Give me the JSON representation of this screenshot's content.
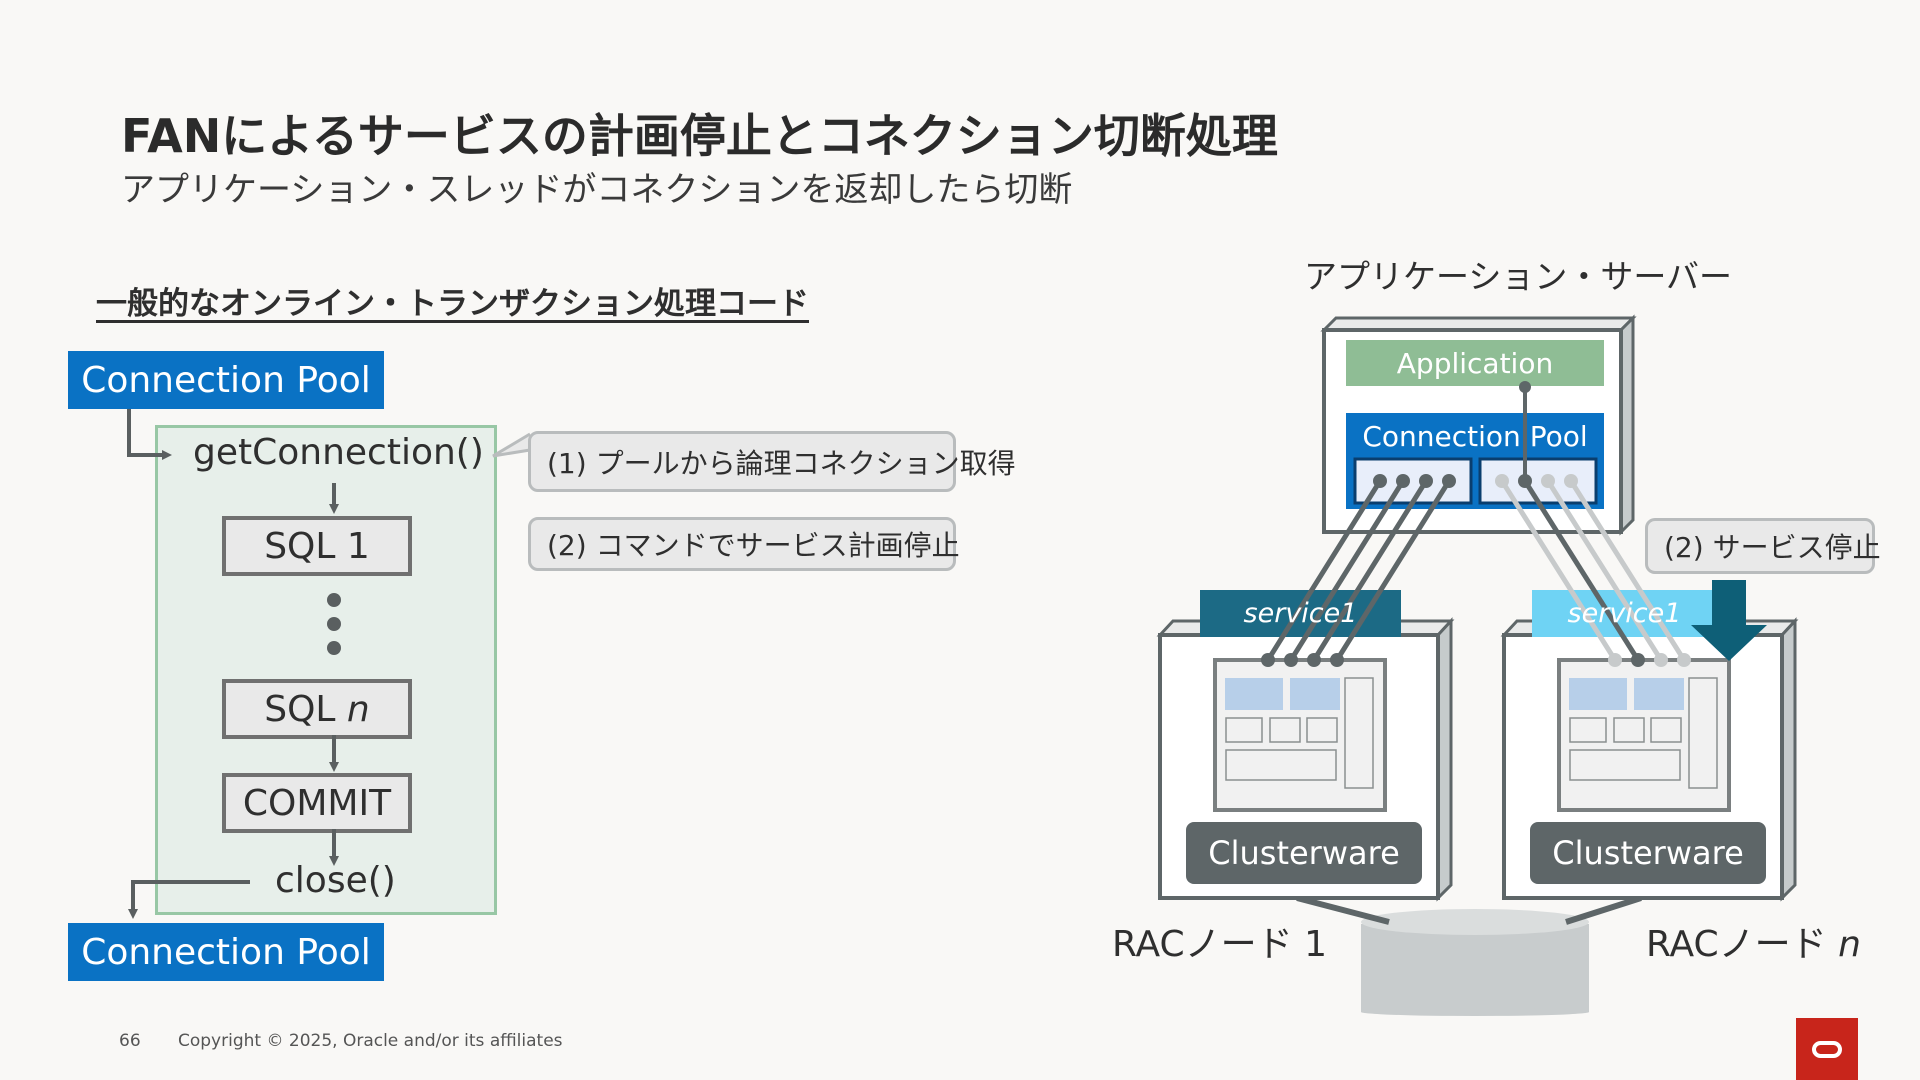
{
  "slide": {
    "title": "FANによるサービスの計画停止とコネクション切断処理",
    "subtitle": "アプリケーション・スレッドがコネクションを返却したら切断",
    "section_heading": "一般的なオンライン・トランザクション処理コード"
  },
  "code_flow": {
    "pool_top": "Connection Pool",
    "get_connection": "getConnection()",
    "sql1": "SQL 1",
    "sqln_prefix": "SQL ",
    "sqln_n": "n",
    "commit": "COMMIT",
    "close": "close()",
    "pool_bottom": "Connection Pool"
  },
  "callouts": {
    "step1": "(1) プールから論理コネクション取得",
    "step2": "(2) コマンドでサービス計画停止",
    "service_stop": "(2) サービス停止"
  },
  "architecture": {
    "server_label": "アプリケーション・サーバー",
    "application": "Application",
    "connection_pool": "Connection Pool",
    "service1_left": "service1",
    "service1_right": "service1",
    "clusterware": "Clusterware",
    "node1_label": "RACノード 1",
    "noden_prefix": "RACノード ",
    "noden_n": "n"
  },
  "footer": {
    "page_number": "66",
    "copyright": "Copyright © 2025, Oracle and/or its affiliates"
  },
  "colors": {
    "pool_blue": "#0a72c4",
    "application_green": "#8fbd95",
    "service_dark_teal": "#1c6a85",
    "service_light_blue": "#6fd3f4",
    "arrow_teal": "#0e5f77",
    "clusterware_gray": "#5e6668",
    "oracle_red": "#c8251b"
  }
}
